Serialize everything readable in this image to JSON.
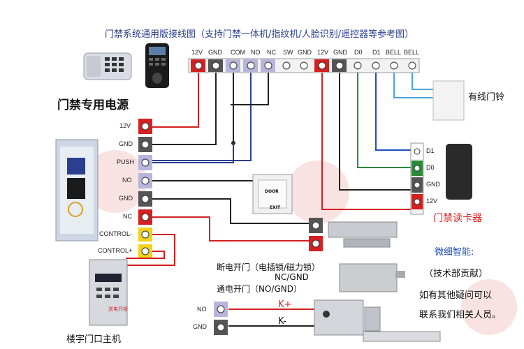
{
  "title": "门禁系统通用版接线图（支持门禁一体机/指纹机/人脸识别/遥控器等参考图）",
  "power_supply": {
    "title": "门禁专用电源",
    "terminals": [
      "12V",
      "GND",
      "PUSH",
      "NO",
      "GND",
      "NC",
      "CONTROL-",
      "CONTROL+"
    ]
  },
  "controller_terminals": [
    "12V",
    "GND",
    "COM",
    "NO",
    "NC",
    "SW",
    "GND",
    "12V",
    "GND",
    "D0",
    "D1",
    "BELL",
    "BELL"
  ],
  "doorbell": {
    "label": "有线门铃"
  },
  "card_reader": {
    "label": "门禁读卡器",
    "terminals": [
      "D1",
      "D0",
      "GND",
      "12V"
    ]
  },
  "exit_button": {
    "line1": "DOOR",
    "line2": "EXIT"
  },
  "lock_modes": {
    "line1": "断电开门（电插锁/磁力锁）",
    "line2": "NC/GND",
    "line3": "通电开门（NO/GND）"
  },
  "strike": {
    "terminals": [
      "NO",
      "GND"
    ],
    "k_plus": "K+",
    "k_minus": "K-"
  },
  "intercom": {
    "label": "楼宇门口主机",
    "sub": "送电开锁"
  },
  "info": {
    "line1": "微细智能:",
    "line2": "（技术部贡献）",
    "line3": "如有其他疑问可以",
    "line4": "联系我们相关人员。"
  },
  "colors": {
    "red": "#d42020",
    "black": "#222222",
    "yellow": "#f2d21b",
    "purple": "#b9b4dc",
    "blue": "#1d4fbf",
    "green": "#2a8a3a",
    "lightblue": "#4aa3d8"
  }
}
